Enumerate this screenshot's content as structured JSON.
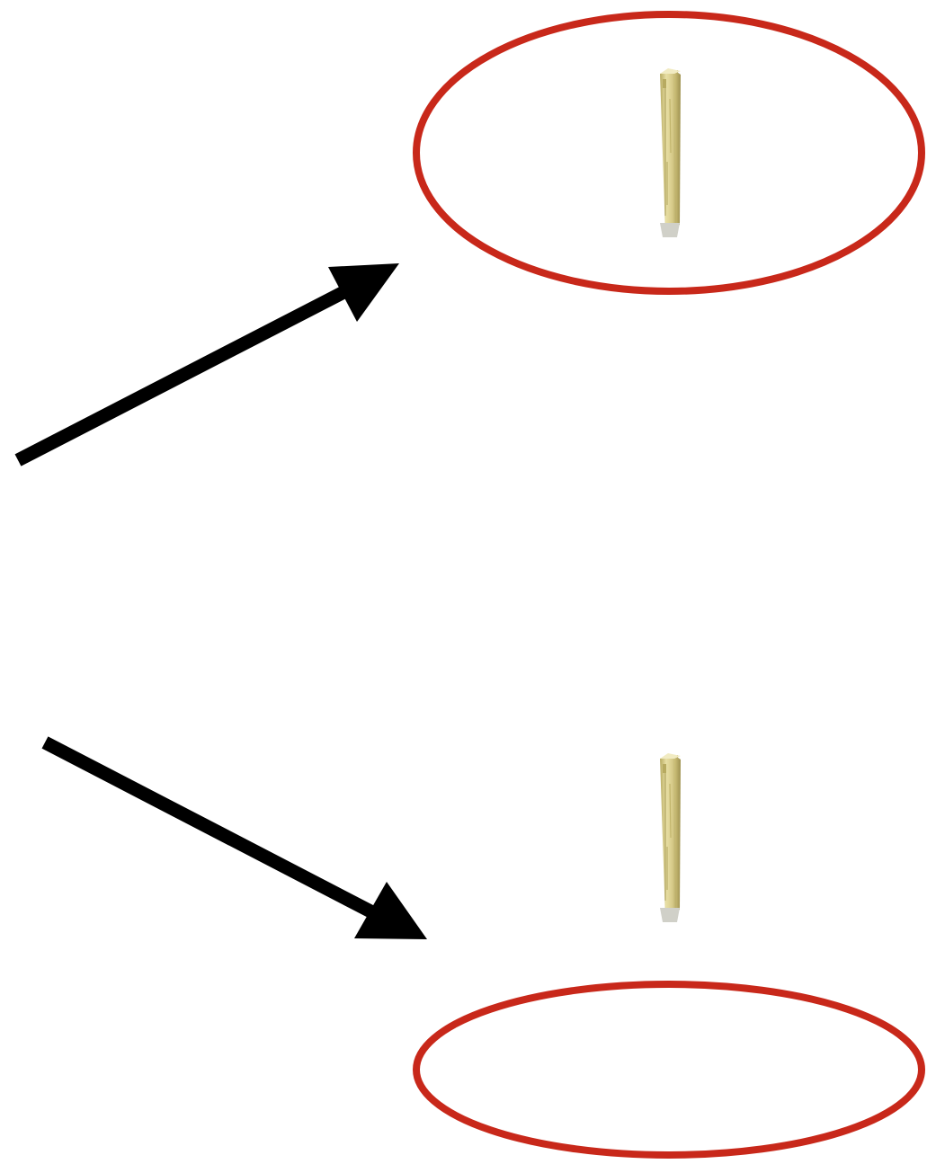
{
  "colors": {
    "background": "#ffffff",
    "arrow": "#000000",
    "ellipse_stroke": "#c8281a",
    "stick_light": "#e8dfa4",
    "stick_mid": "#cfc27a",
    "stick_dark": "#9e9150",
    "stick_tip": "#d0d0c8"
  },
  "icons": {
    "arrow": "arrow-icon",
    "stick": "wooden-stake-icon",
    "ellipse": "ellipse-outline"
  },
  "scenes": [
    {
      "id": "upper",
      "stick_inside_ellipse": true
    },
    {
      "id": "lower",
      "stick_inside_ellipse": false
    }
  ]
}
